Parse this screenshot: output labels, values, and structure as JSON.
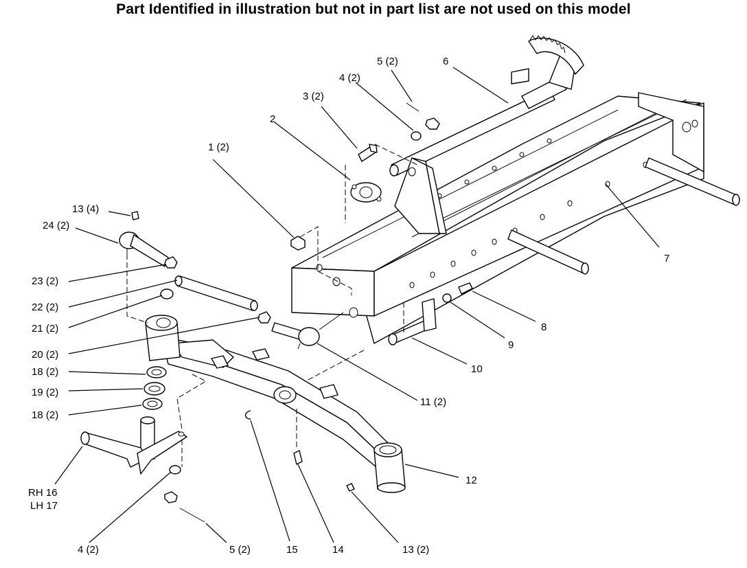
{
  "title": "Part Identified in illustration but not in part list are not used on this model",
  "callouts": {
    "c1": "1 (2)",
    "c2": "2",
    "c3": "3 (2)",
    "c4top": "4 (2)",
    "c5top": "5 (2)",
    "c6": "6",
    "c7": "7",
    "c8": "8",
    "c9": "9",
    "c10": "10",
    "c11": "11 (2)",
    "c12": "12",
    "c13bottom": "13 (2)",
    "c13top": "13 (4)",
    "c14": "14",
    "c15": "15",
    "c4bottom": "4 (2)",
    "c5bottom": "5 (2)",
    "c16": "RH 16",
    "c17": "LH 17",
    "c18a": "18 (2)",
    "c19": "19 (2)",
    "c18b": "18 (2)",
    "c20": "20 (2)",
    "c21": "21 (2)",
    "c22": "22 (2)",
    "c23": "23 (2)",
    "c24": "24 (2)"
  }
}
